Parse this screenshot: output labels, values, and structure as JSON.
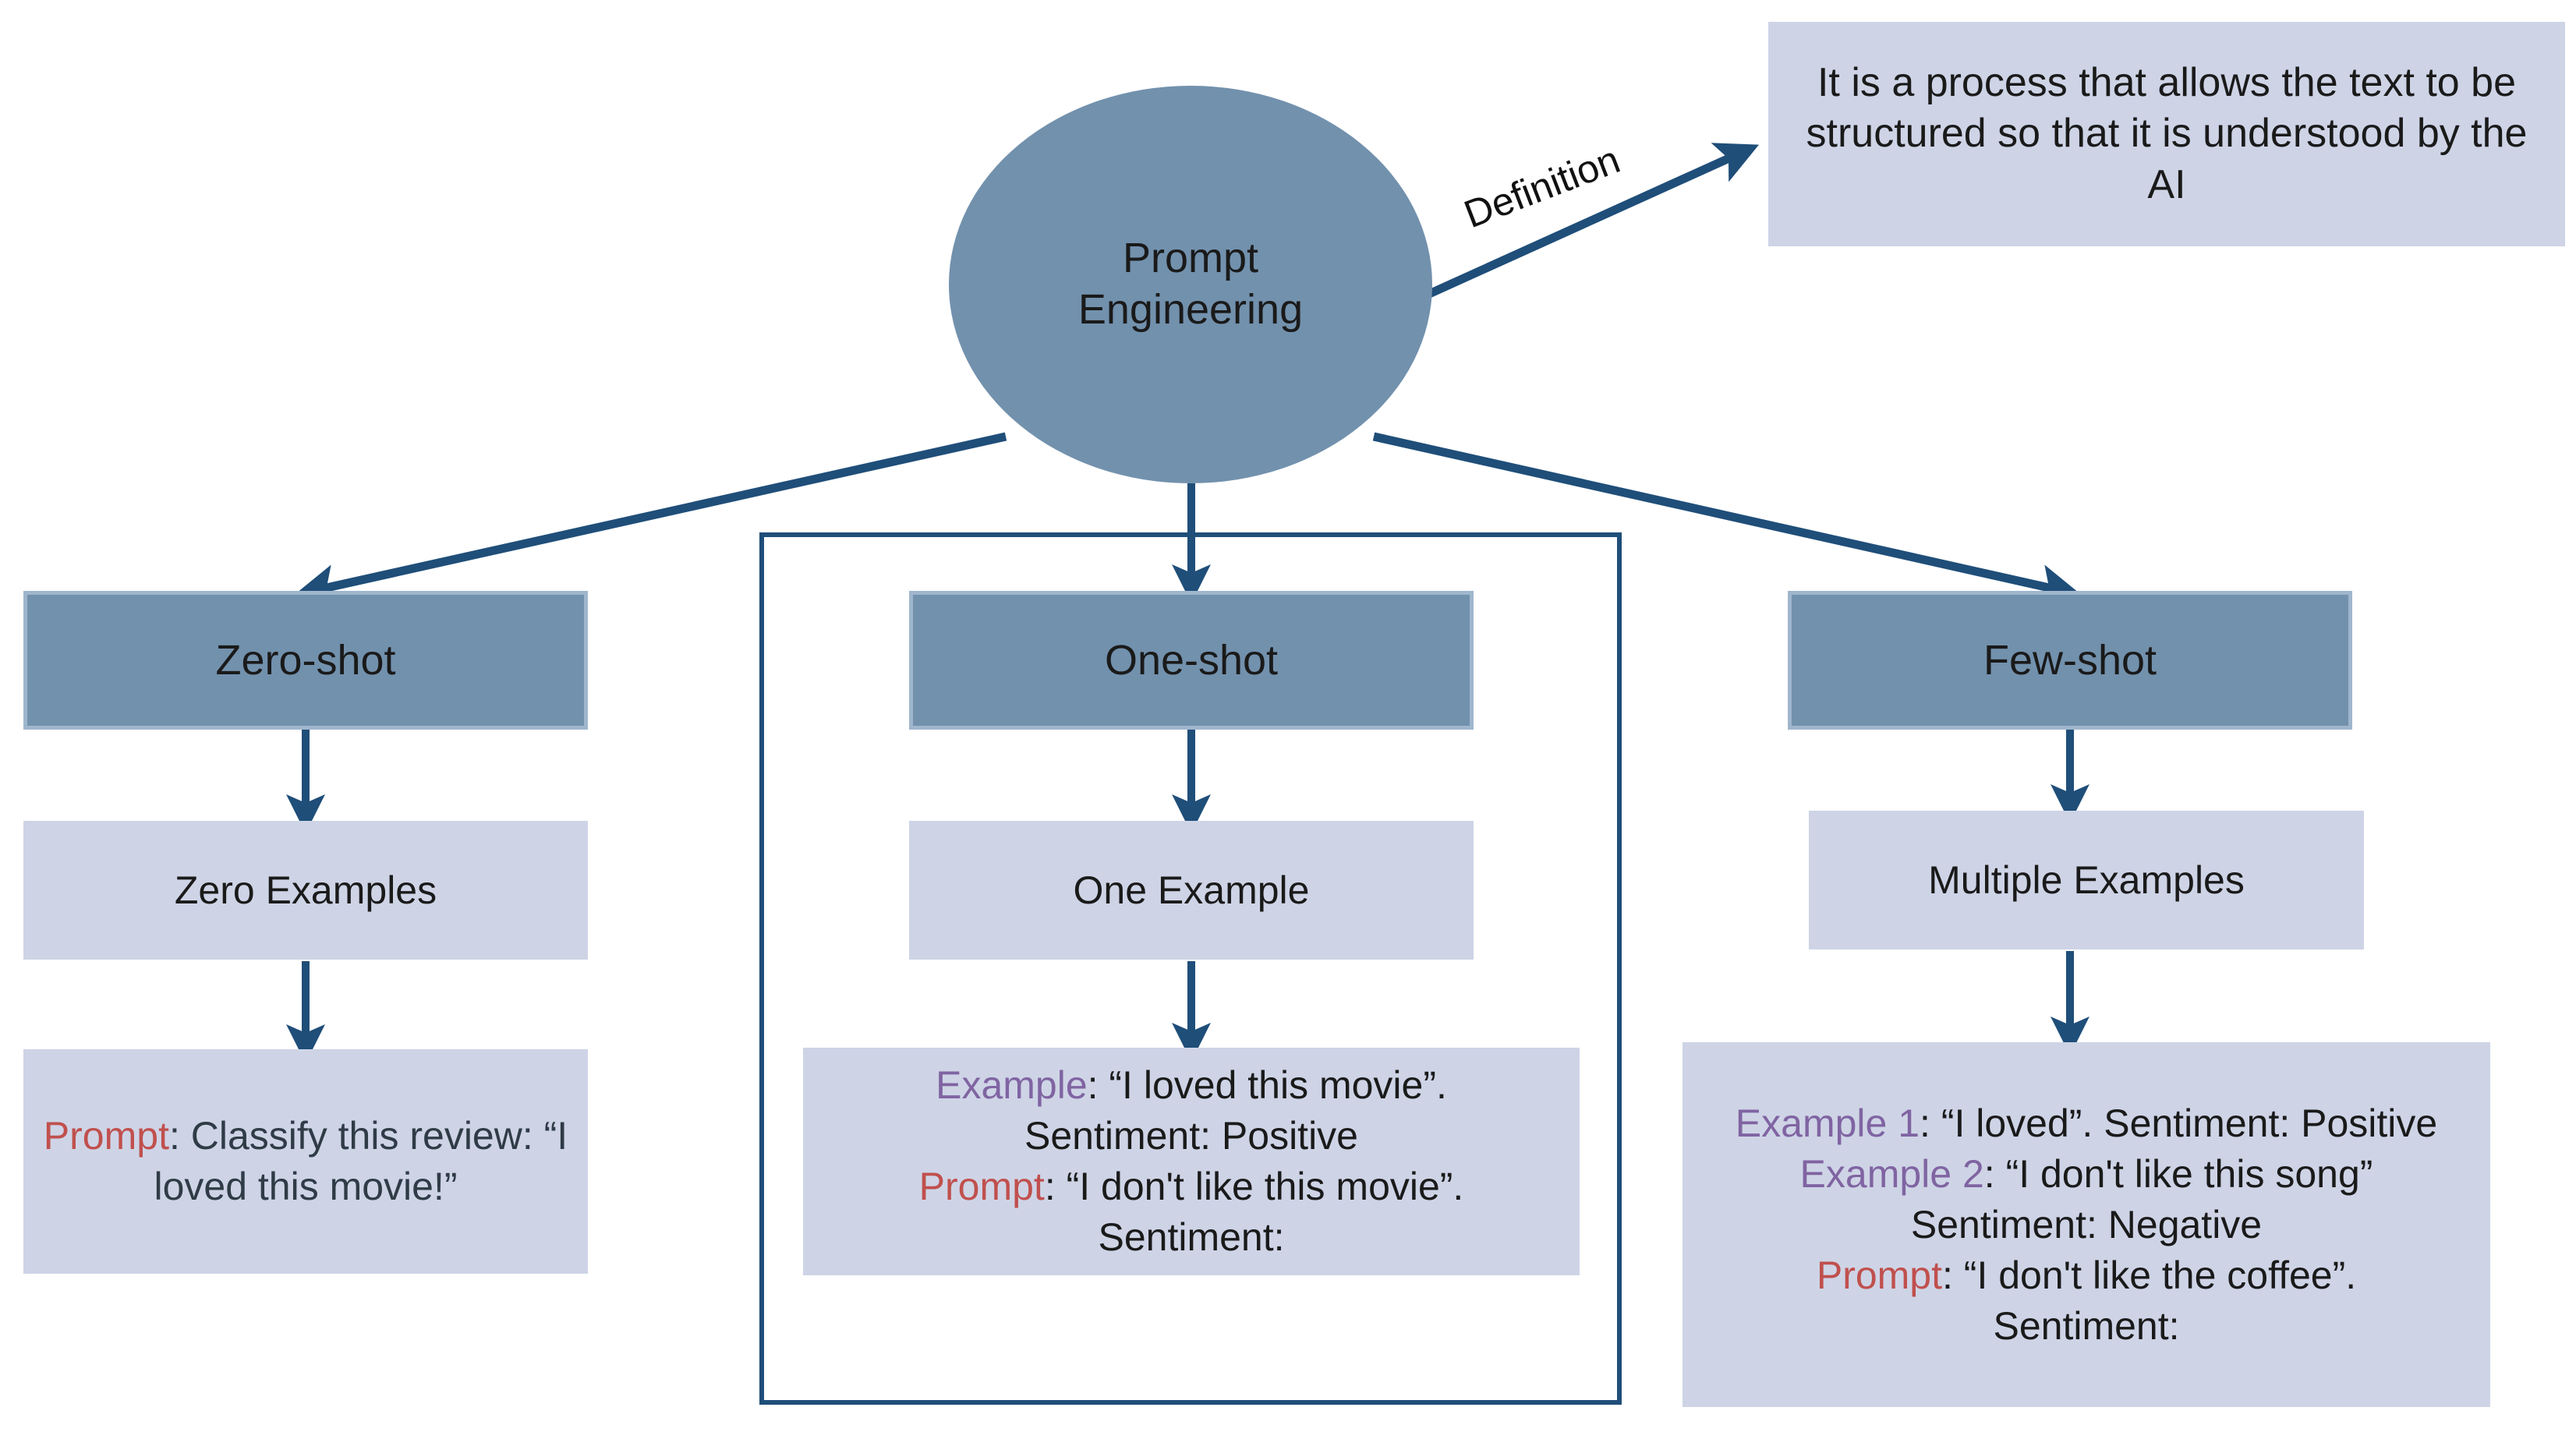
{
  "palette": {
    "header_fill": "#7291ad",
    "header_border": "#9fb6cd",
    "light_fill": "#ced4e6",
    "arrow": "#1f4e79",
    "group_outline": "#1f4e79",
    "prompt_keyword": "#c0504d",
    "example_keyword": "#8064a2",
    "body_text": "#2f3b46",
    "background": "#ffffff"
  },
  "root": {
    "label_line_1": "Prompt",
    "label_line_2": "Engineering"
  },
  "definition": {
    "edge_label": "Definition",
    "text": "It is a process that allows the text to be structured so that it is understood by the AI"
  },
  "columns": [
    {
      "id": "zero-shot",
      "header": "Zero-shot",
      "examples_count": "Zero Examples",
      "detail": {
        "lines": [
          {
            "keyword": "Prompt",
            "keyword_kind": "prompt",
            "rest": ": Classify this review: “I loved this movie!”"
          }
        ],
        "plain": "Prompt: Classify this review: “I loved this movie!”"
      }
    },
    {
      "id": "one-shot",
      "header": "One-shot",
      "examples_count": "One Example",
      "detail": {
        "lines": [
          {
            "keyword": "Example",
            "keyword_kind": "example",
            "rest": ": “I loved this movie”."
          },
          {
            "keyword": "",
            "keyword_kind": "none",
            "rest": "Sentiment: Positive"
          },
          {
            "keyword": "Prompt",
            "keyword_kind": "prompt",
            "rest": ": “I don't like this movie”."
          },
          {
            "keyword": "",
            "keyword_kind": "none",
            "rest": "Sentiment:"
          }
        ],
        "plain": "Example: “I loved this movie”. Sentiment: Positive Prompt: “I don't like this movie”. Sentiment:"
      },
      "grouped": true
    },
    {
      "id": "few-shot",
      "header": "Few-shot",
      "examples_count": "Multiple Examples",
      "detail": {
        "lines": [
          {
            "keyword": "Example 1",
            "keyword_kind": "example",
            "rest": ": “I loved”. Sentiment: Positive"
          },
          {
            "keyword": "Example 2",
            "keyword_kind": "example",
            "rest": ": “I don't like this  song”"
          },
          {
            "keyword": "",
            "keyword_kind": "none",
            "rest": "Sentiment: Negative"
          },
          {
            "keyword": "Prompt",
            "keyword_kind": "prompt",
            "rest": ": “I don't like the coffee”."
          },
          {
            "keyword": "",
            "keyword_kind": "none",
            "rest": "Sentiment:"
          }
        ],
        "plain": "Example 1: “I loved”. Sentiment: Positive Example 2: “I don't like this  song” Sentiment: Negative Prompt: “I don't like the coffee”. Sentiment:"
      }
    }
  ]
}
